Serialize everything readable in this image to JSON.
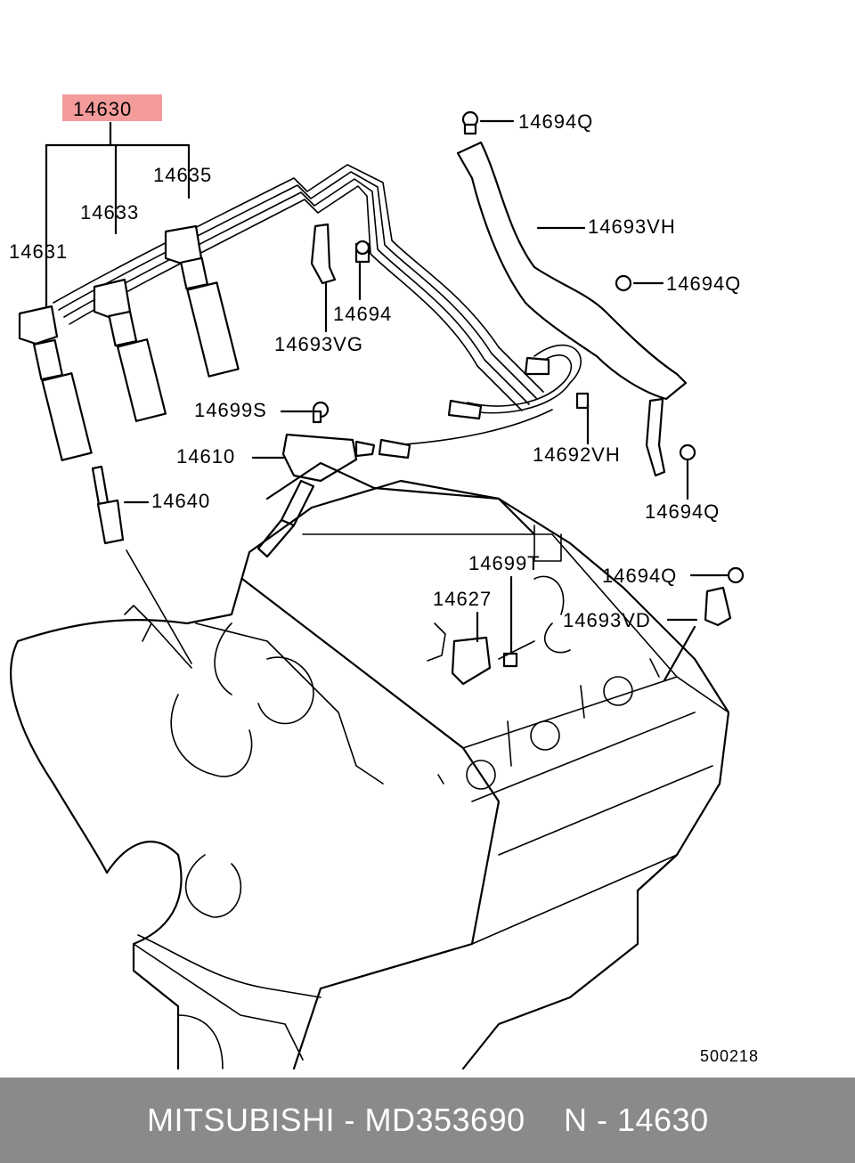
{
  "diagram": {
    "callouts": {
      "c14630": "14630",
      "c14631": "14631",
      "c14633": "14633",
      "c14635": "14635",
      "c14640": "14640",
      "c14610": "14610",
      "c14699S": "14699S",
      "c14693VG": "14693VG",
      "c14694": "14694",
      "c14694Q_top": "14694Q",
      "c14693VH": "14693VH",
      "c14694Q_mid": "14694Q",
      "c14692VH": "14692VH",
      "c14694Q_low": "14694Q",
      "c14699T": "14699T",
      "c14694Q_right": "14694Q",
      "c14627": "14627",
      "c14693VD": "14693VD"
    },
    "figure_id": "500218",
    "highlight_color": "#f49b9b"
  },
  "footer": {
    "brand_part": "MITSUBISHI - MD353690",
    "ref": "N - 14630",
    "background": "#8a8a8a"
  }
}
